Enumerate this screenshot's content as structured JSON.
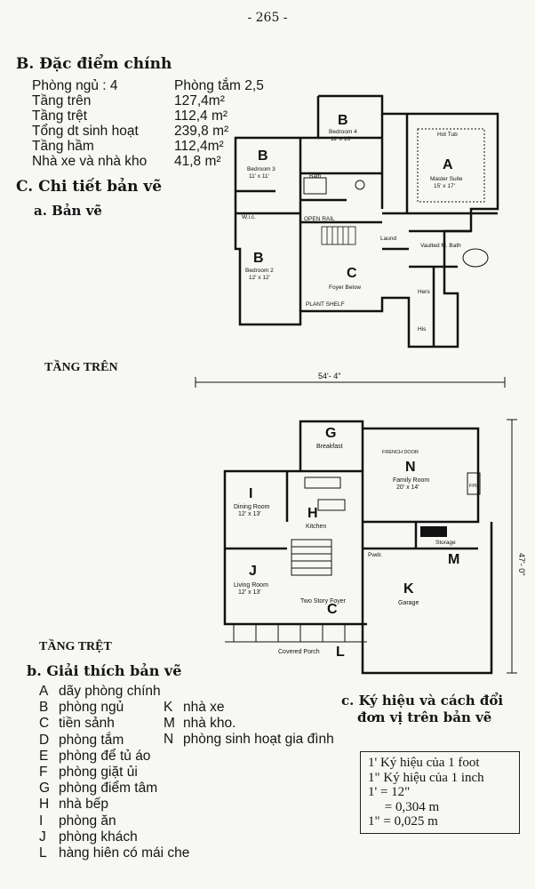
{
  "page_number": "- 265 -",
  "section_b": {
    "marker": "B.",
    "title": "Đặc điểm chính"
  },
  "specs": [
    {
      "label": "Phòng ngủ : 4",
      "value": "Phòng tắm 2,5"
    },
    {
      "label": "Tầng trên",
      "value": "127,4m²"
    },
    {
      "label": "Tầng trệt",
      "value": "112,4 m²"
    },
    {
      "label": "Tổng dt sinh hoạt",
      "value": "239,8 m²"
    },
    {
      "label": "Tầng hầm",
      "value": "112,4m²"
    },
    {
      "label": "Nhà xe và nhà kho",
      "value": "41,8 m²"
    }
  ],
  "section_c": {
    "marker": "C.",
    "title": "Chi tiết bản vẽ"
  },
  "sub_a": "a. Bản vẽ",
  "upper_floor": {
    "caption": "TẦNG TRÊN",
    "rooms": {
      "bed4_letter": "B",
      "bed4_name": "Bedroom 4",
      "bed4_size": "11' x 13'",
      "master_letter": "A",
      "master_name": "Master Suite",
      "master_size": "15' x 17'",
      "bed3_letter": "B",
      "bed3_name": "Bedroom 3",
      "bed3_size": "11' x 11'",
      "bed2_letter": "B",
      "bed2_name": "Bedroom 2",
      "bed2_size": "12' x 12'",
      "foyer_letter": "C",
      "foyer_name": "Foyer Below",
      "mbath_name": "Vaulted M. Bath",
      "hers": "Hers",
      "his": "His",
      "bath": "Bath",
      "laund": "Laund",
      "wic": "W.i.c.",
      "open_rail": "OPEN RAIL",
      "plant_shelf": "PLANT SHELF",
      "hot_tub": "Hot Tub"
    }
  },
  "ground_floor": {
    "caption": "TẦNG TRỆT",
    "dim_width": "54'- 4\"",
    "dim_depth": "47'- 0\"",
    "rooms": {
      "breakfast_letter": "G",
      "breakfast_name": "Breakfast",
      "family_letter": "N",
      "family_name": "Family Room",
      "family_size": "20' x 14'",
      "dining_letter": "I",
      "dining_name": "Dining Room",
      "dining_size": "12' x 13'",
      "kitchen_letter": "H",
      "kitchen_name": "Kitchen",
      "living_letter": "J",
      "living_name": "Living Room",
      "living_size": "12' x 13'",
      "foyer_letter": "C",
      "foyer_name": "Two Story Foyer",
      "porch_letter": "L",
      "porch_name": "Covered Porch",
      "garage_letter": "K",
      "garage_name": "Garage",
      "storage_letter": "M",
      "storage_name": "Storage",
      "pwdr": "Pwdr.",
      "french_door": "FRENCH DOOR",
      "fpl": "FPL"
    }
  },
  "legend": {
    "title": "b. Giải thích bản vẽ",
    "left": [
      {
        "key": "A",
        "text": "dãy phòng chính"
      },
      {
        "key": "B",
        "text": "phòng ngủ"
      },
      {
        "key": "C",
        "text": "tiền sảnh"
      },
      {
        "key": "D",
        "text": "phòng tắm"
      },
      {
        "key": "E",
        "text": "phòng để tủ áo"
      },
      {
        "key": "F",
        "text": "phòng giặt ủi"
      },
      {
        "key": "G",
        "text": "phòng điểm tâm"
      },
      {
        "key": "H",
        "text": "nhà bếp"
      },
      {
        "key": "I",
        "text": "phòng ăn"
      },
      {
        "key": "J",
        "text": "phòng khách"
      },
      {
        "key": "L",
        "text": "hàng hiên có mái che"
      }
    ],
    "right": [
      {
        "key": "K",
        "text": "nhà xe"
      },
      {
        "key": "M",
        "text": "nhà kho."
      },
      {
        "key": "N",
        "text": "phòng sinh hoạt gia đình"
      }
    ]
  },
  "section_c_sub": {
    "line1": "c. Ký hiệu và cách đổi",
    "line2": "đơn vị trên bản vẽ"
  },
  "units_box": [
    "1' Ký hiệu của 1 foot",
    "1\" Ký hiệu của 1 inch",
    "1'  = 12\"",
    "     = 0,304 m",
    "1\"  = 0,025 m"
  ]
}
